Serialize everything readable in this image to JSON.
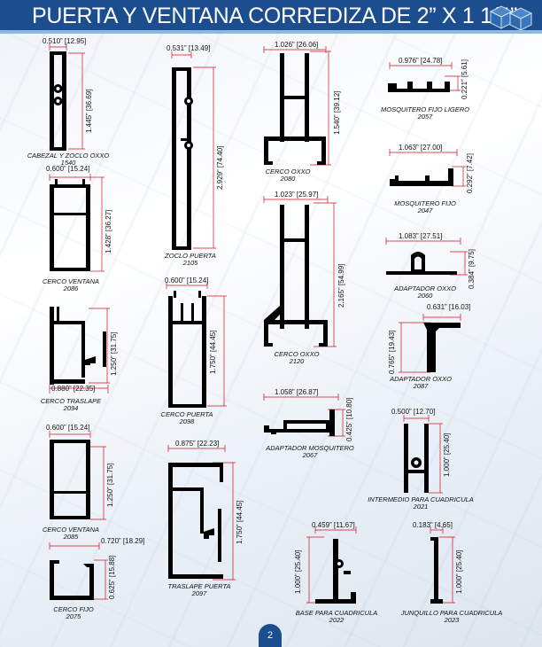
{
  "title": "PUERTA Y VENTANA CORREDIZA  DE 2” X 1 1/4”",
  "page_number": "2",
  "colors": {
    "header": "#1b4d8f",
    "dimension_line": "#d0101e",
    "profile": "#000000"
  },
  "profiles": [
    {
      "name": "CABEZAL Y ZOCLO OXXO",
      "code": "1540",
      "width": "0.510” [12.95]",
      "height": "1.445” [36.69]"
    },
    {
      "name": "ZOCLO PUERTA",
      "code": "2105",
      "width": "0.531” [13.49]",
      "height": "2.929” [74.40]"
    },
    {
      "name": "CERCO OXXO",
      "code": "2080",
      "width": "1.026” [26.06]",
      "height": "1.540” [39.12]"
    },
    {
      "name": "MOSQUITERO FIJO LIGERO",
      "code": "2057",
      "width": "0.976” [24.78]",
      "height": "0.221” [5.61]"
    },
    {
      "name": "MOSQUITERO FIJO",
      "code": "2047",
      "width": "1.063” [27.00]",
      "height": "0.292” [7.42]"
    },
    {
      "name": "CERCO VENTANA",
      "code": "2086",
      "width": "0.600” [15.24]",
      "height": "1.428” [36.27]"
    },
    {
      "name": "CERCO OXXO",
      "code": "2120",
      "width": "1.023” [25.97]",
      "height": "2.165” [54.99]"
    },
    {
      "name": "ADAPTADOR OXXO",
      "code": "2060",
      "width": "1.083” [27.51]",
      "height": "0.384” [9.75]"
    },
    {
      "name": "CERCO TRASLAPE",
      "code": "2094",
      "width": "0.880” [22.35]",
      "height": "1.250” [31.75]"
    },
    {
      "name": "CERCO PUERTA",
      "code": "2098",
      "width": "0.600” [15.24]",
      "height": "1.750” [44.45]"
    },
    {
      "name": "ADAPTADOR OXXO",
      "code": "2087",
      "width": "0.631” [16.03]",
      "height": "0.765” [19.43]"
    },
    {
      "name": "ADAPTADOR MOSQUITERO",
      "code": "2067",
      "width": "1.058” [26.87]",
      "height": "0.425” [10.80]"
    },
    {
      "name": "INTERMEDIO PARA CUADRICULA",
      "code": "2021",
      "width": "0.500” [12.70]",
      "height": "1.000” [25.40]"
    },
    {
      "name": "CERCO VENTANA",
      "code": "2085",
      "width": "0.600” [15.24]",
      "height": "1.250” [31.75]"
    },
    {
      "name": "TRASLAPE PUERTA",
      "code": "2097",
      "width": "0.875” [22.23]",
      "height": "1.750” [44.45]"
    },
    {
      "name": "CERCO FIJO",
      "code": "2075",
      "width": "0.720” [18.29]",
      "height": "0.625” [15.88]"
    },
    {
      "name": "BASE PARA CUADRICULA",
      "code": "2022",
      "width": "0.459” [11.67]",
      "height": "1.000” [25.40]"
    },
    {
      "name": "JUNQUILLO PARA CUADRICULA",
      "code": "2023",
      "width": "0.183” [4.65]",
      "height": "1.000” [25.40]"
    }
  ]
}
